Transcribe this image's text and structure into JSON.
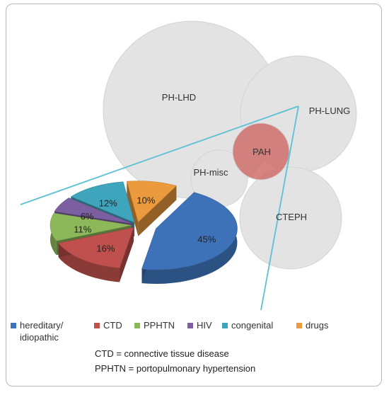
{
  "chart_data": [
    {
      "type": "bubble",
      "categories": [
        "PH-LHD",
        "PH-LUNG",
        "PAH",
        "PH-misc",
        "CTEPH"
      ],
      "labels": [
        "PH-LHD",
        "PH-LUNG",
        "PAH",
        "PH-misc",
        "CTEPH"
      ]
    },
    {
      "type": "pie",
      "categories": [
        "hereditary/ idiopathic",
        "CTD",
        "PPHTN",
        "HIV",
        "congenital",
        "drugs"
      ],
      "values": [
        45,
        16,
        11,
        6,
        12,
        10
      ],
      "value_labels": [
        "45%",
        "16%",
        "11%",
        "6%",
        "12%",
        "10%"
      ],
      "colors": [
        "#3d72b8",
        "#c0504d",
        "#8db85a",
        "#7c5fa0",
        "#3fa5bd",
        "#ec9a3e"
      ],
      "legend": [
        "hereditary/\nidiopathic",
        "CTD",
        "PPHTN",
        "HIV",
        "congenital",
        "drugs"
      ],
      "legend_placement": "bottom"
    }
  ],
  "notes": {
    "ctd": "CTD = connective tissue disease",
    "pphtn": "PPHTN = portopulmonary hypertension"
  }
}
